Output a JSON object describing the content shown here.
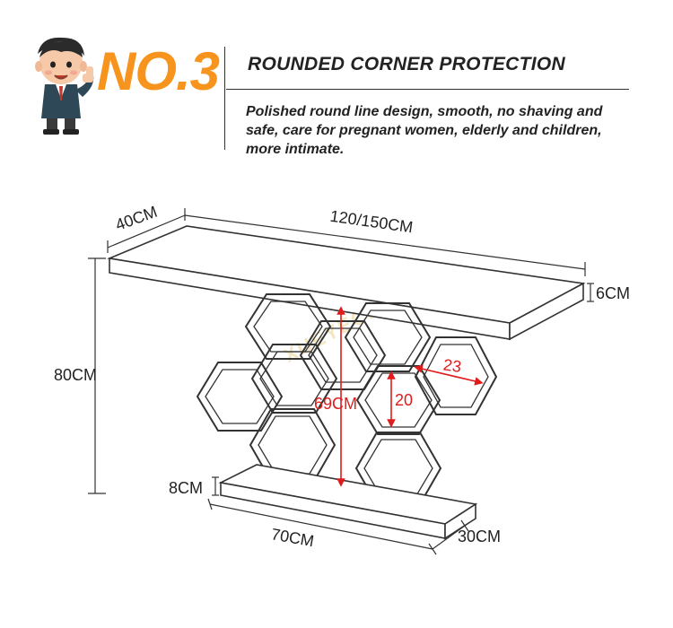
{
  "badge": {
    "label": "NO.3"
  },
  "heading": "ROUNDED CORNER PROTECTION",
  "description": "Polished round line design, smooth, no shaving and safe, care for pregnant women, elderly and children, more intimate.",
  "watermark": "XUEYECHEN",
  "dimensions": {
    "depth_top": "40CM",
    "length_top": "120/150CM",
    "thickness_top": "6CM",
    "height_total": "80CM",
    "hex_large": "23",
    "hex_height": "20",
    "column_height": "69CM",
    "base_thickness": "8CM",
    "base_length": "70CM",
    "base_depth": "30CM"
  },
  "colors": {
    "accent": "#f7941d",
    "measure_red": "#e01b1b",
    "line": "#333333"
  },
  "icons": [
    "thumbs-up-mascot-icon"
  ]
}
